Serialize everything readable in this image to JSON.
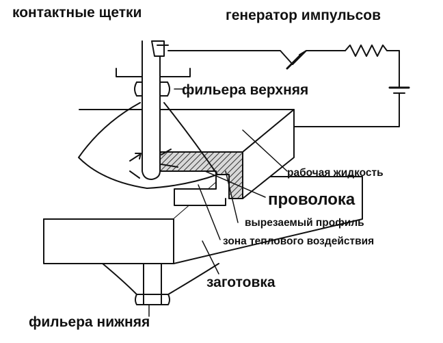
{
  "labels": {
    "contact_brushes": "контактные щетки",
    "pulse_generator": "генератор импульсов",
    "upper_die": "фильера верхняя",
    "working_fluid": "рабочая жидкость",
    "wire": "проволока",
    "cut_profile": "вырезаемый профиль",
    "heat_zone": "зона теплового воздействия",
    "workpiece": "заготовка",
    "lower_die": "фильера нижняя"
  },
  "colors": {
    "ink": "#111111",
    "paper": "#ffffff",
    "hatch": "#333333"
  }
}
